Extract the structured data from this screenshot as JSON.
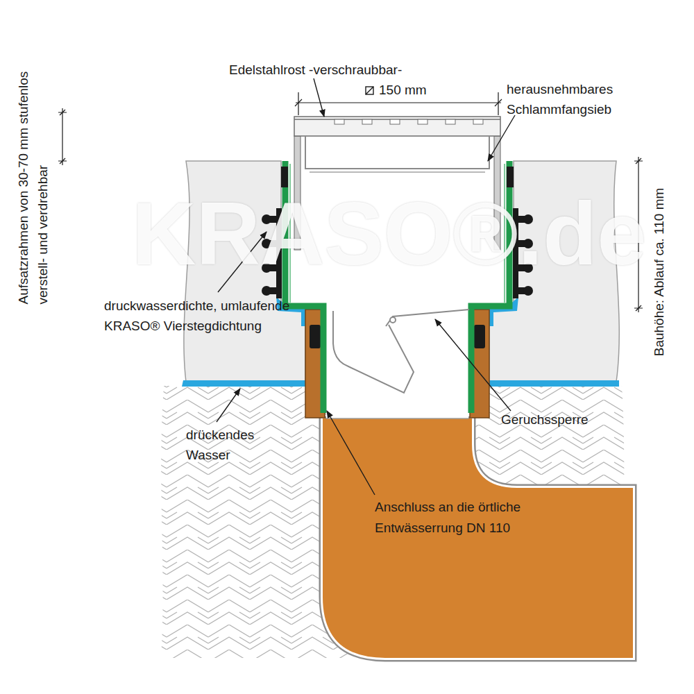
{
  "diagram": {
    "labels": [
      "Aufsatzrahmen von 30-70 mm stufenlos verstell- und verdrehbar",
      "Edelstahlrost -verschraubbar-",
      "150 mm",
      "herausnehmbares Schlammfangsieb",
      "Bauhöhe: Ablauf ca. 110 mm",
      "druckwasserdichte, umlaufende KRASO® Vierstegdichtung",
      "Geruchssperre",
      "drückendes Wasser",
      "Anschluss an die örtliche Entwässerrung DN 110",
      "KRASO®.de"
    ]
  }
}
